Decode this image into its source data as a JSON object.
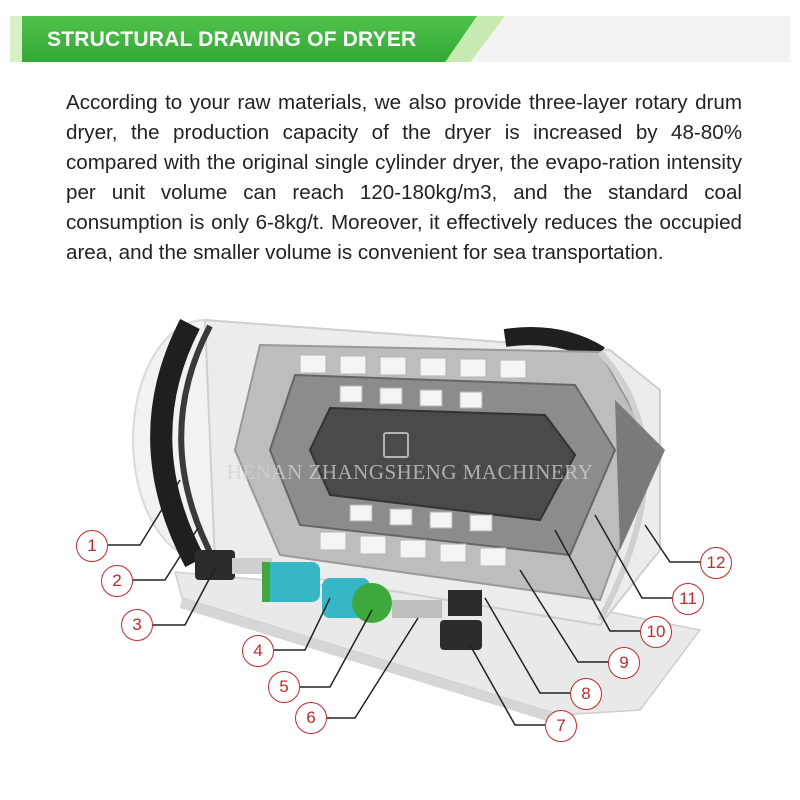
{
  "banner": {
    "title": "STRUCTURAL DRAWING OF DRYER"
  },
  "intro": {
    "text": "According to your raw materials, we also provide three-layer rotary drum dryer,  the production capacity of the dryer is increased by 48-80% compared with the original single cylinder dryer, the evapo-ration intensity per unit volume can reach 120-180kg/m3, and the standard coal consumption is only 6-8kg/t. Moreover, it effectively reduces the occupied area, and the smaller volume is convenient for sea transportation."
  },
  "figure": {
    "watermark": "HENAN ZHANGSHENG MACHINERY",
    "callouts": [
      "1",
      "2",
      "3",
      "4",
      "5",
      "6",
      "7",
      "8",
      "9",
      "10",
      "11",
      "12"
    ]
  },
  "colors": {
    "banner_green": "#3db53a",
    "callout_red": "#c7282a",
    "motor_teal": "#35b7c8",
    "gear_green": "#3ea83d"
  }
}
